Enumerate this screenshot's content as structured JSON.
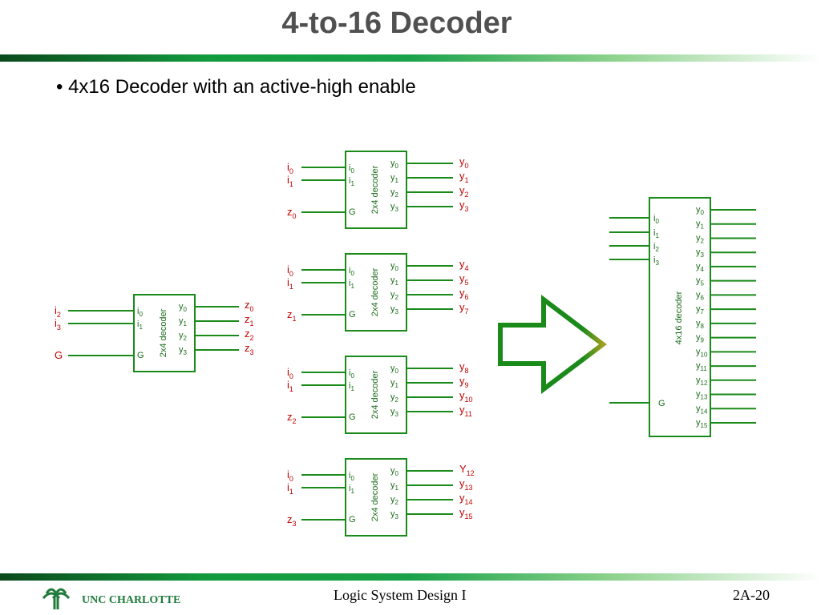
{
  "slide": {
    "title": "4-to-16 Decoder",
    "bullet": "• 4x16 Decoder with an active-high enable"
  },
  "decoder2x4": {
    "label": "2x4 decoder",
    "inputs": [
      "i0",
      "i1"
    ],
    "enable": "G",
    "outputs": [
      "y0",
      "y1",
      "y2",
      "y3"
    ]
  },
  "first_stage": {
    "inputs": [
      "i2",
      "i3"
    ],
    "enable": "G",
    "outputs": [
      "z0",
      "z1",
      "z2",
      "z3"
    ]
  },
  "second_stage": [
    {
      "inputs": [
        "i0",
        "i1"
      ],
      "enable": "z0",
      "outputs": [
        "y0",
        "y1",
        "y2",
        "y3"
      ]
    },
    {
      "inputs": [
        "i0",
        "i1"
      ],
      "enable": "z1",
      "outputs": [
        "y4",
        "y5",
        "y6",
        "y7"
      ]
    },
    {
      "inputs": [
        "i0",
        "i1"
      ],
      "enable": "z2",
      "outputs": [
        "y8",
        "y9",
        "y10",
        "y11"
      ]
    },
    {
      "inputs": [
        "i0",
        "i1"
      ],
      "enable": "z3",
      "outputs": [
        "Y12",
        "y13",
        "y14",
        "y15"
      ]
    }
  ],
  "decoder4x16": {
    "label": "4x16 decoder",
    "inputs": [
      "i0",
      "i1",
      "i2",
      "i3"
    ],
    "enable": "G",
    "outputs": [
      "y0",
      "y1",
      "y2",
      "y3",
      "y4",
      "y5",
      "y6",
      "y7",
      "y8",
      "y9",
      "y10",
      "y11",
      "y12",
      "y13",
      "y14",
      "y15"
    ]
  },
  "footer": {
    "logo_text": "UNC CHARLOTTE",
    "course": "Logic System Design I",
    "page": "2A-20"
  },
  "colors": {
    "wire": "#1a8a1a",
    "label_red": "#c00000",
    "text_green": "#1a6b1a",
    "arrow_green": "#1a8a1a",
    "arrow_tip": "#a0a020"
  }
}
